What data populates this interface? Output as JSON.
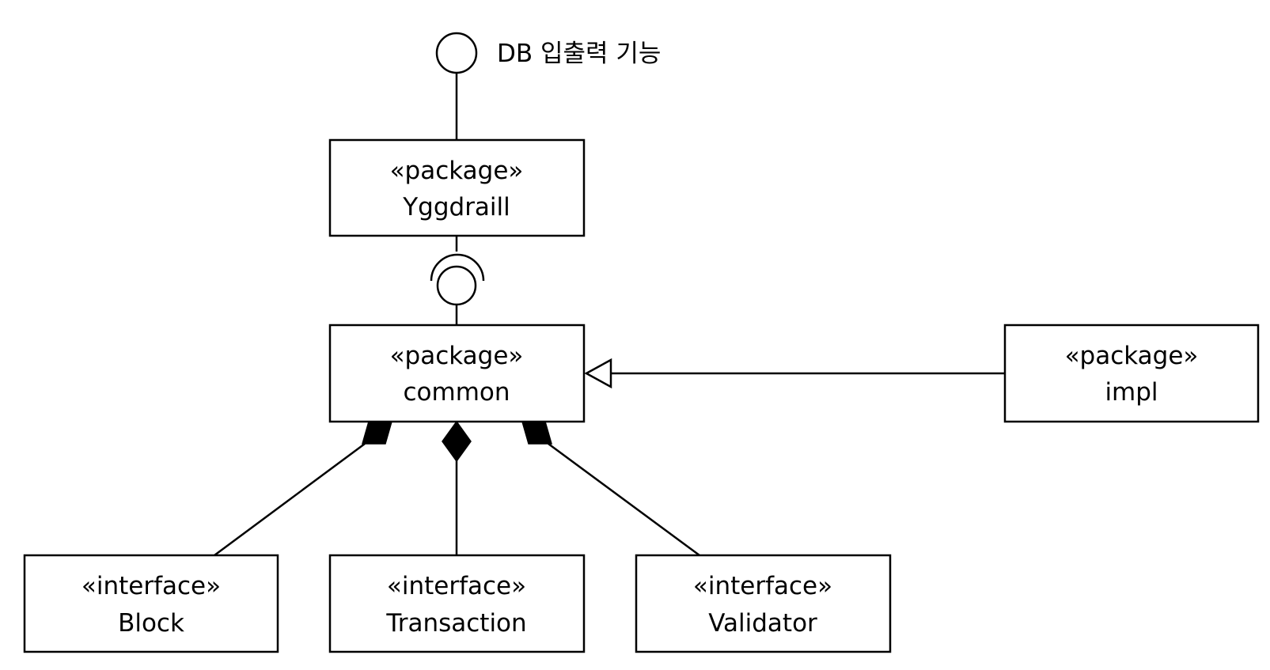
{
  "colors": {
    "stroke": "#000000",
    "fill": "#ffffff"
  },
  "interface_symbol": {
    "label": "DB 입출력 기능",
    "icon": "provided-interface-lollipop-icon"
  },
  "nodes": {
    "yggdraill": {
      "stereotype": "«package»",
      "name": "Yggdraill"
    },
    "common": {
      "stereotype": "«package»",
      "name": "common"
    },
    "impl": {
      "stereotype": "«package»",
      "name": "impl"
    },
    "block": {
      "stereotype": "«interface»",
      "name": "Block"
    },
    "transaction": {
      "stereotype": "«interface»",
      "name": "Transaction"
    },
    "validator": {
      "stereotype": "«interface»",
      "name": "Validator"
    }
  },
  "relations": [
    {
      "from": "yggdraill",
      "to": "db-interface",
      "kind": "provided-interface"
    },
    {
      "from": "yggdraill",
      "to": "common",
      "kind": "ball-and-socket"
    },
    {
      "from": "impl",
      "to": "common",
      "kind": "generalization"
    },
    {
      "from": "common",
      "to": "block",
      "kind": "composition"
    },
    {
      "from": "common",
      "to": "transaction",
      "kind": "composition"
    },
    {
      "from": "common",
      "to": "validator",
      "kind": "composition"
    }
  ]
}
